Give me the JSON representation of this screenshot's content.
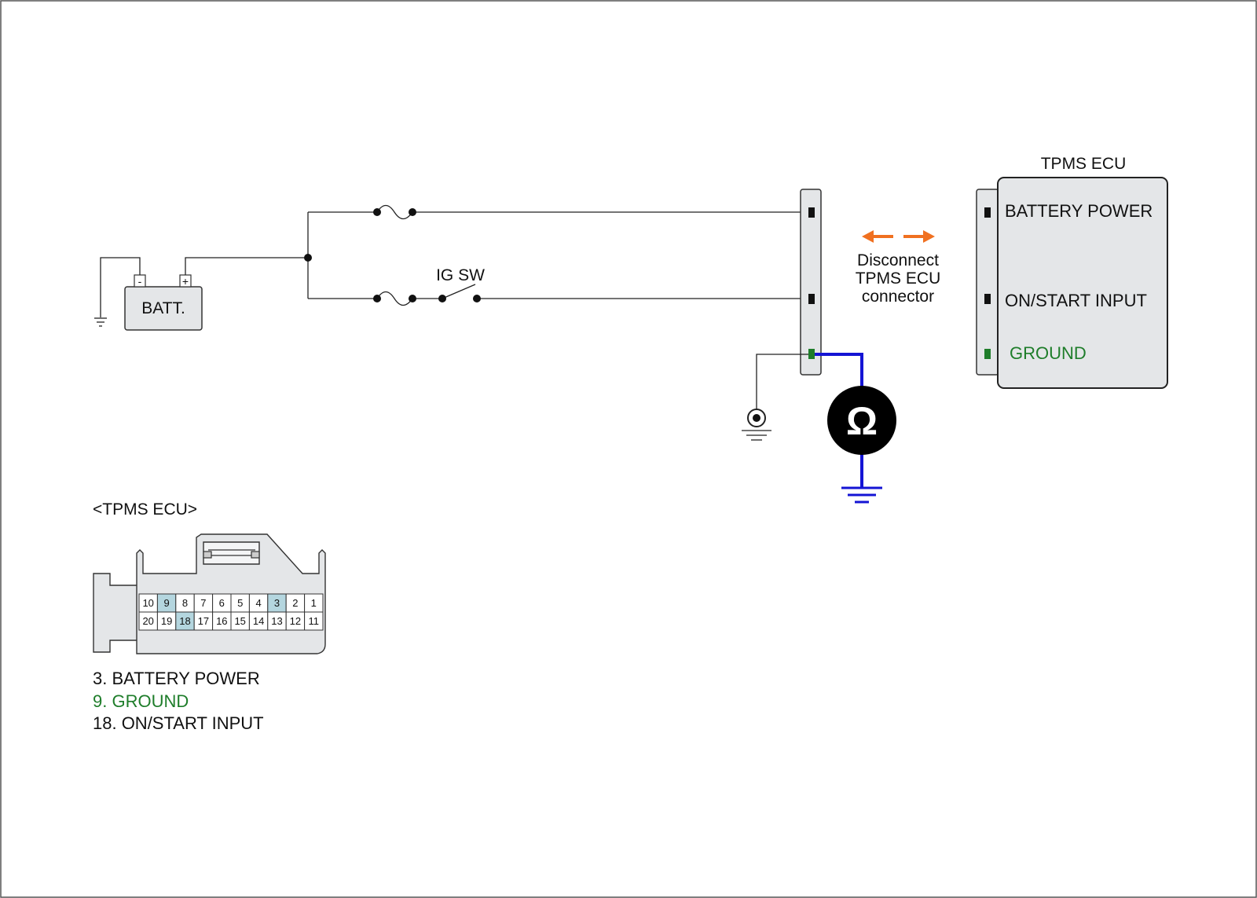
{
  "battery": {
    "label": "BATT.",
    "neg": "-",
    "pos": "+"
  },
  "ig_switch": {
    "label": "IG SW"
  },
  "disconnect_note": {
    "line1": "Disconnect",
    "line2": "TPMS ECU",
    "line3": "connector"
  },
  "ecu": {
    "title": "TPMS ECU",
    "terminals": [
      {
        "label": "BATTERY POWER",
        "color": "#111111"
      },
      {
        "label": "ON/START INPUT",
        "color": "#111111"
      },
      {
        "label": "GROUND",
        "color": "#1e7d2a"
      }
    ]
  },
  "meter": {
    "symbol": "Ω"
  },
  "connector_view": {
    "title": "<TPMS ECU>",
    "top_row": [
      "10",
      "9",
      "8",
      "7",
      "6",
      "5",
      "4",
      "3",
      "2",
      "1"
    ],
    "bottom_row": [
      "20",
      "19",
      "18",
      "17",
      "16",
      "15",
      "14",
      "13",
      "12",
      "11"
    ],
    "highlighted_pins": [
      "9",
      "3",
      "18"
    ]
  },
  "pin_legend": [
    {
      "text": "3. BATTERY POWER",
      "color": "#111111"
    },
    {
      "text": "9. GROUND",
      "color": "#1e7d2a"
    },
    {
      "text": "18. ON/START INPUT",
      "color": "#111111"
    }
  ],
  "colors": {
    "wire": "#222222",
    "meter_lead": "#1414d4",
    "arrow": "#f07020",
    "ground_text": "#1e7d2a",
    "pin_highlight": "#b4d6df",
    "component_fill": "#e4e6e8"
  }
}
